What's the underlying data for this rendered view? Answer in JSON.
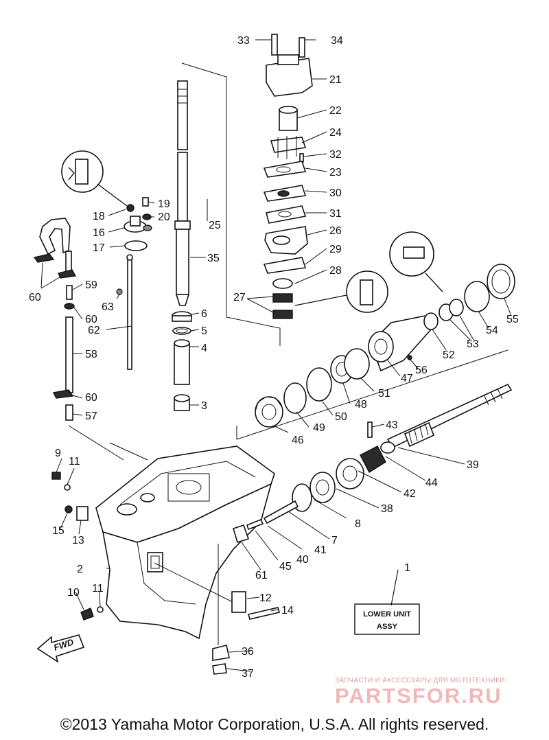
{
  "diagram": {
    "callouts": [
      "1",
      "2",
      "3",
      "4",
      "5",
      "6",
      "7",
      "8",
      "9",
      "10",
      "11",
      "11",
      "12",
      "13",
      "14",
      "15",
      "16",
      "17",
      "18",
      "19",
      "20",
      "21",
      "22",
      "23",
      "24",
      "25",
      "26",
      "27",
      "28",
      "29",
      "30",
      "31",
      "32",
      "33",
      "34",
      "35",
      "36",
      "37",
      "38",
      "39",
      "40",
      "41",
      "42",
      "43",
      "44",
      "45",
      "46",
      "47",
      "48",
      "49",
      "50",
      "51",
      "52",
      "53",
      "54",
      "55",
      "56",
      "57",
      "58",
      "59",
      "60",
      "60",
      "60",
      "60",
      "61",
      "62",
      "63"
    ],
    "assembly_box": {
      "line1": "LOWER UNIT",
      "line2": "ASSY"
    },
    "fwd_label": "FWD"
  },
  "watermark": {
    "tagline": "ЗАПЧАСТИ И АКСЕССУАРЫ ДЛЯ МОТОТЕХНИКИ",
    "brand": "PARTSFOR.RU"
  },
  "copyright": "©2013 Yamaha Motor Corporation, U.S.A. All rights reserved.",
  "colors": {
    "line": "#111111",
    "watermark": "#f0b8b8"
  }
}
